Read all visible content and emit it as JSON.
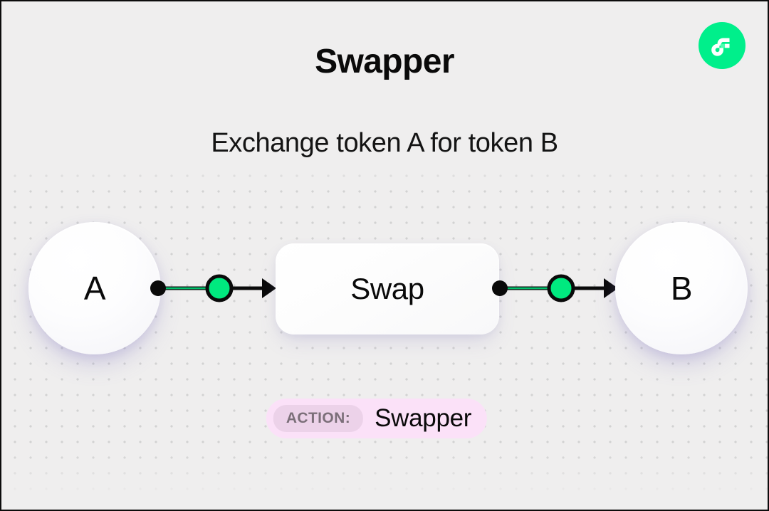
{
  "header": {
    "title": "Swapper",
    "subtitle": "Exchange token A for token B",
    "logo_name": "flow-logo"
  },
  "diagram": {
    "source_node": {
      "label": "A",
      "name": "token-a"
    },
    "process_node": {
      "label": "Swap",
      "name": "swap-box"
    },
    "target_node": {
      "label": "B",
      "name": "token-b"
    },
    "connectors": [
      {
        "name": "connector-a-to-swap",
        "from": "A",
        "to": "Swap"
      },
      {
        "name": "connector-swap-to-b",
        "from": "Swap",
        "to": "B"
      }
    ]
  },
  "action_badge": {
    "chip_label": "ACTION:",
    "value": "Swapper"
  },
  "colors": {
    "background": "#efeeee",
    "accent_green": "#00ef8b",
    "node_green": "#00e97f",
    "badge_bg": "#fbe1f8",
    "chip_bg": "#ecd2e9",
    "chip_text": "#7b6f79",
    "text": "#0a0a0a",
    "dot_grid": "#d2d2d2"
  }
}
